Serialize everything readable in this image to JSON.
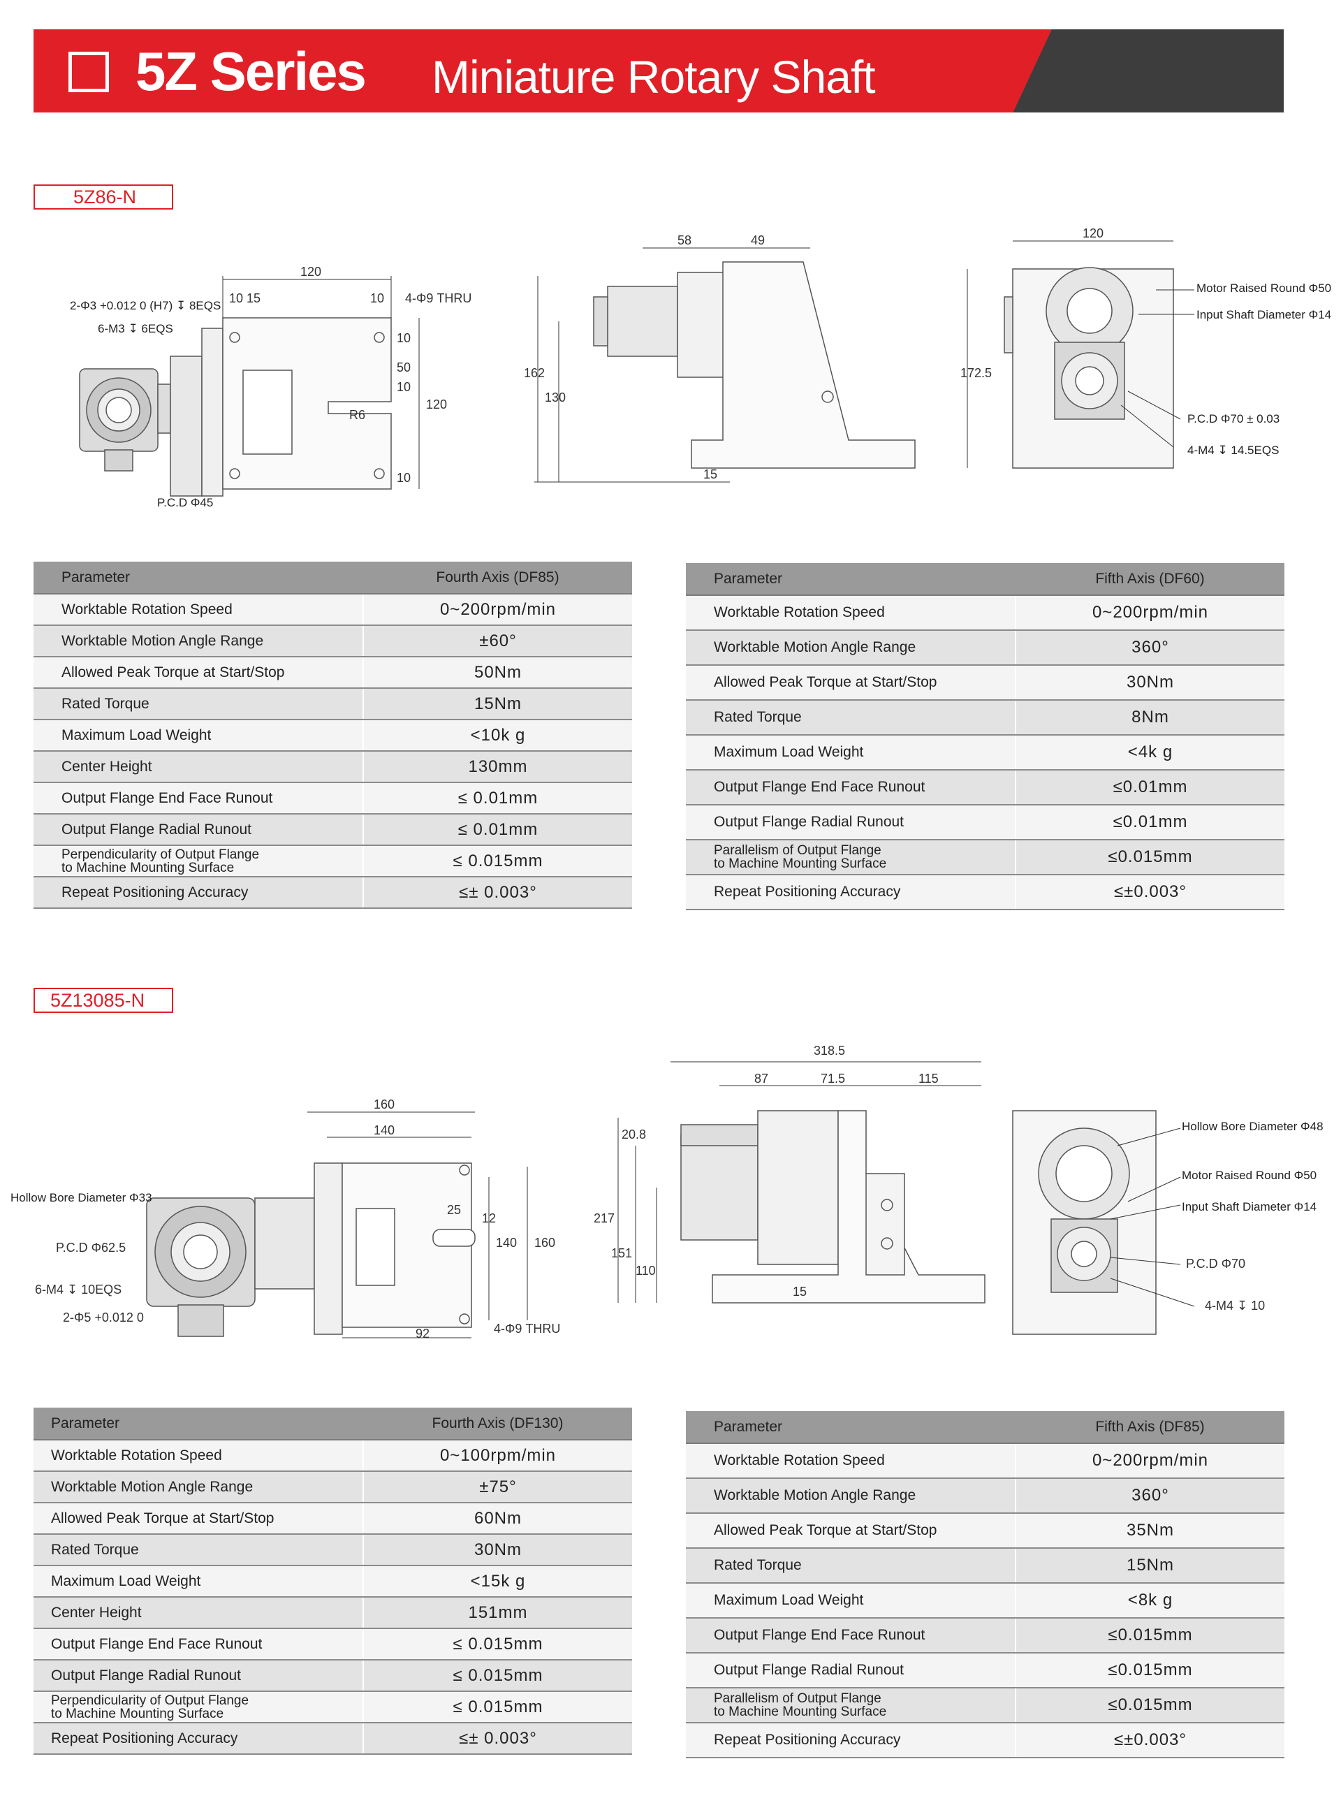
{
  "header": {
    "series": "5Z Series",
    "subtitle": "Miniature Rotary Shaft"
  },
  "models": [
    {
      "code": "5Z86-N",
      "drawing_labels": {
        "left": [
          "120",
          "10 15",
          "10",
          "4-Φ9  THRU",
          "2-Φ3 +0.012 0 (H7) ↧ 8EQS",
          "6-M3 ↧ 6EQS",
          "10",
          "50",
          "10",
          "120",
          "R6",
          "10",
          "P.C.D Φ45"
        ],
        "middle": [
          "58",
          "49",
          "162",
          "130",
          "15"
        ],
        "right": [
          "120",
          "172.5",
          "Motor Raised Round Φ50",
          "Input Shaft Diameter Φ14",
          "P.C.D Φ70 ± 0.03",
          "4-M4 ↧ 14.5EQS"
        ]
      },
      "tables": [
        {
          "header": [
            "Parameter",
            "Fourth Axis (DF85)"
          ],
          "rows": [
            [
              "Worktable Rotation Speed",
              "0~200rpm/min"
            ],
            [
              "Worktable Motion Angle Range",
              "±60°"
            ],
            [
              "Allowed Peak Torque at Start/Stop",
              "50Nm"
            ],
            [
              "Rated Torque",
              "15Nm"
            ],
            [
              "Maximum Load Weight",
              "<10k  g"
            ],
            [
              "Center Height",
              "130mm"
            ],
            [
              "Output Flange End Face Runout",
              "≤ 0.01mm"
            ],
            [
              "Output Flange Radial Runout",
              "≤ 0.01mm"
            ],
            [
              "Perpendicularity of Output Flange\nto Machine Mounting Surface",
              "≤ 0.015mm"
            ],
            [
              "Repeat Positioning Accuracy",
              "≤± 0.003°"
            ]
          ]
        },
        {
          "header": [
            "Parameter",
            "Fifth Axis (DF60)"
          ],
          "rows": [
            [
              "Worktable Rotation Speed",
              "0~200rpm/min"
            ],
            [
              "Worktable Motion Angle Range",
              "360°"
            ],
            [
              "Allowed Peak Torque at Start/Stop",
              "30Nm"
            ],
            [
              "Rated Torque",
              "8Nm"
            ],
            [
              "Maximum Load Weight",
              "<4k  g"
            ],
            [
              "Output Flange End Face Runout",
              "≤0.01mm"
            ],
            [
              "Output Flange Radial Runout",
              "≤0.01mm"
            ],
            [
              "Parallelism of Output Flange\nto Machine Mounting Surface",
              "≤0.015mm"
            ],
            [
              "Repeat Positioning Accuracy",
              "≤±0.003°"
            ]
          ]
        }
      ]
    },
    {
      "code": "5Z13085-N",
      "drawing_labels": {
        "left": [
          "160",
          "140",
          "Hollow Bore Diameter Φ33",
          "P.C.D Φ62.5",
          "6-M4 ↧ 10EQS",
          "2-Φ5 +0.012 0",
          "25",
          "12",
          "140",
          "160",
          "92",
          "4-Φ9  THRU"
        ],
        "middle": [
          "318.5",
          "87",
          "71.5",
          "115",
          "20.8",
          "217",
          "151",
          "110",
          "15"
        ],
        "right": [
          "Hollow Bore Diameter Φ48",
          "Motor Raised Round Φ50",
          "Input Shaft Diameter Φ14",
          "P.C.D Φ70",
          "4-M4 ↧ 10"
        ]
      },
      "tables": [
        {
          "header": [
            "Parameter",
            "Fourth Axis (DF130)"
          ],
          "rows": [
            [
              "Worktable Rotation Speed",
              "0~100rpm/min"
            ],
            [
              "Worktable Motion Angle Range",
              "±75°"
            ],
            [
              "Allowed Peak Torque at Start/Stop",
              "60Nm"
            ],
            [
              "Rated Torque",
              "30Nm"
            ],
            [
              "Maximum Load Weight",
              "<15k  g"
            ],
            [
              "Center Height",
              "151mm"
            ],
            [
              "Output Flange End Face Runout",
              "≤ 0.015mm"
            ],
            [
              "Output Flange Radial Runout",
              "≤ 0.015mm"
            ],
            [
              "Perpendicularity of Output Flange\nto Machine Mounting Surface",
              "≤ 0.015mm"
            ],
            [
              "Repeat Positioning Accuracy",
              "≤± 0.003°"
            ]
          ]
        },
        {
          "header": [
            "Parameter",
            "Fifth Axis (DF85)"
          ],
          "rows": [
            [
              "Worktable Rotation Speed",
              "0~200rpm/min"
            ],
            [
              "Worktable Motion Angle Range",
              "360°"
            ],
            [
              "Allowed Peak Torque at Start/Stop",
              "35Nm"
            ],
            [
              "Rated Torque",
              "15Nm"
            ],
            [
              "Maximum Load Weight",
              "<8k  g"
            ],
            [
              "Output Flange End Face Runout",
              "≤0.015mm"
            ],
            [
              "Output Flange Radial Runout",
              "≤0.015mm"
            ],
            [
              "Parallelism of Output Flange\nto Machine Mounting Surface",
              "≤0.015mm"
            ],
            [
              "Repeat Positioning Accuracy",
              "≤±0.003°"
            ]
          ]
        }
      ]
    }
  ],
  "colors": {
    "brand_red": "#e11f27",
    "dark_gray": "#3d3d3d",
    "table_header": "#9a9a9a"
  }
}
